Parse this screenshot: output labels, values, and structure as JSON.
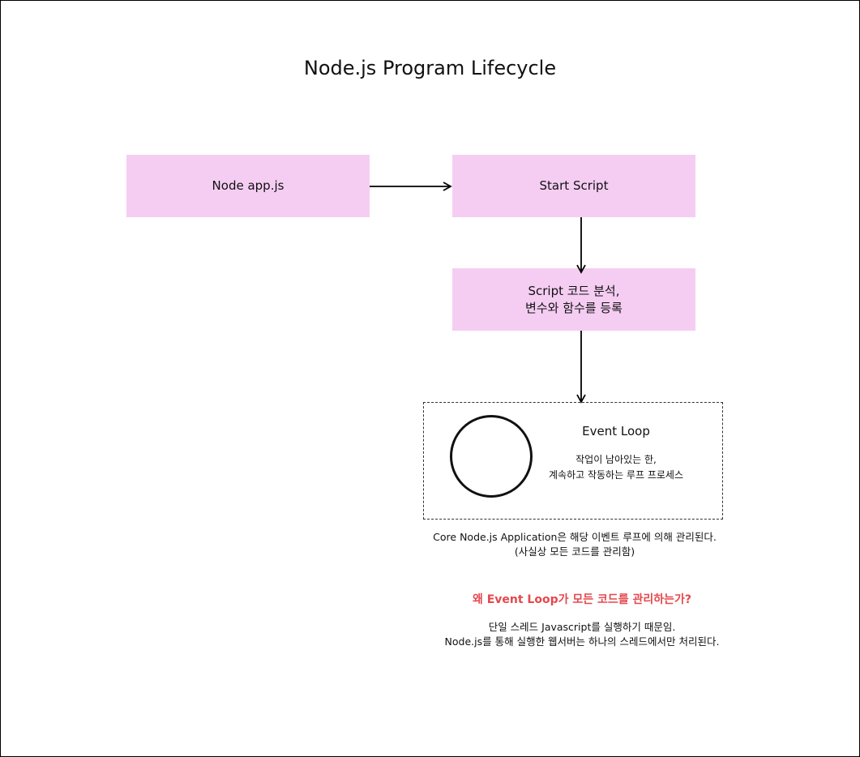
{
  "diagram": {
    "title": "Node.js Program Lifecycle",
    "nodes": {
      "node_app": "Node app.js",
      "start_script": "Start Script",
      "parse_script": "Script 코드 분석,\n변수와 함수를 등록"
    },
    "event_loop": {
      "title": "Event Loop",
      "description": "작업이 남아있는 한,\n계속하고 작동하는 루프 프로세스"
    },
    "caption": "Core Node.js Application은 해당 이벤트 루프에 의해 관리된다.\n(사실상 모든 코드를 관리함)",
    "question": "왜 Event Loop가 모든 코드를 관리하는가?",
    "answer": "단일 스레드 Javascript를 실행하기 때문임.\nNode.js를 통해 실행한 웹서버는 하나의 스레드에서만 처리된다."
  },
  "colors": {
    "box_fill": "#f5cdf2",
    "question_text": "#e5484d",
    "line": "#000000"
  }
}
